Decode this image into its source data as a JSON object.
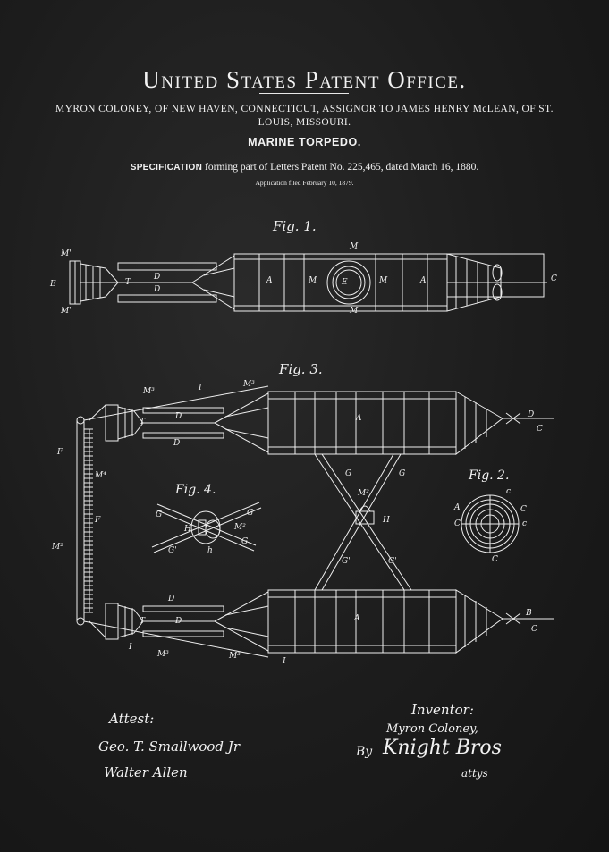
{
  "document": {
    "office_title": "United States Patent Office.",
    "inventors_line": "MYRON COLONEY, OF NEW HAVEN, CONNECTICUT, ASSIGNOR TO JAMES HENRY McLEAN, OF ST. LOUIS, MISSOURI.",
    "invention_title": "MARINE TORPEDO.",
    "spec_lead": "SPECIFICATION",
    "spec_mid": " forming part of Letters Patent No. 225,465, dated March 16, 1880.",
    "application_filed": "Application filed February 10, 1879."
  },
  "figures": {
    "fig1": "Fig. 1.",
    "fig2": "Fig. 2.",
    "fig3": "Fig. 3.",
    "fig4": "Fig. 4."
  },
  "labels": {
    "A": "A",
    "C": "C",
    "D": "D",
    "E": "E",
    "F": "F",
    "G": "G",
    "Gp": "G'",
    "H": "H",
    "I": "I",
    "M": "M",
    "M1": "M'",
    "M2": "M²",
    "M3": "M³",
    "M4": "M⁴",
    "T": "T",
    "B": "B",
    "c": "c",
    "h": "h"
  },
  "signatures": {
    "attest_label": "Attest:",
    "witness_1": "Geo. T. Smallwood Jr",
    "witness_2": "Walter Allen",
    "inventor_label": "Inventor:",
    "inventor_name": "Myron Coloney,",
    "by": "By",
    "attorney": "Knight Bros",
    "attys": "attys"
  },
  "colors": {
    "background": "#1d1d1d",
    "ink": "#f2f2f2"
  }
}
